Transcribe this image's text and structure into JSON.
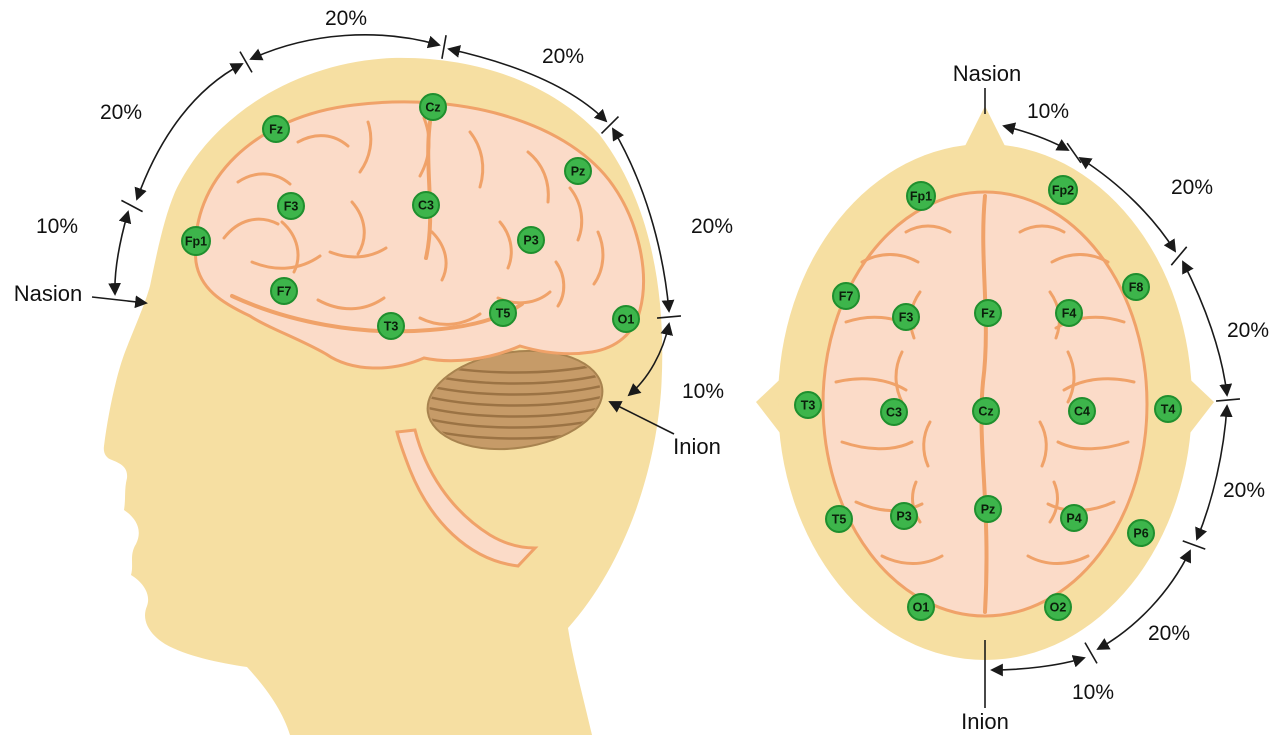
{
  "lateral_view": {
    "landmarks": {
      "nasion": "Nasion",
      "inion": "Inion"
    },
    "measurements": {
      "front_10": "10%",
      "front_upper_20": "20%",
      "top_front_20": "20%",
      "top_back_20": "20%",
      "back_20": "20%",
      "back_lower_10": "10%"
    },
    "electrodes": [
      {
        "label": "Fz"
      },
      {
        "label": "Cz"
      },
      {
        "label": "Pz"
      },
      {
        "label": "F3"
      },
      {
        "label": "C3"
      },
      {
        "label": "P3"
      },
      {
        "label": "Fp1"
      },
      {
        "label": "F7"
      },
      {
        "label": "T3"
      },
      {
        "label": "T5"
      },
      {
        "label": "O1"
      }
    ]
  },
  "top_view": {
    "landmarks": {
      "nasion": "Nasion",
      "inion": "Inion"
    },
    "measurements": {
      "front_right_10": "10%",
      "right_front_20": "20%",
      "right_mid_front_20": "20%",
      "right_mid_back_20": "20%",
      "right_back_20": "20%",
      "back_10": "10%"
    },
    "electrodes": [
      {
        "label": "Fp1"
      },
      {
        "label": "Fp2"
      },
      {
        "label": "F7"
      },
      {
        "label": "F3"
      },
      {
        "label": "Fz"
      },
      {
        "label": "F4"
      },
      {
        "label": "F8"
      },
      {
        "label": "T3"
      },
      {
        "label": "C3"
      },
      {
        "label": "Cz"
      },
      {
        "label": "C4"
      },
      {
        "label": "T4"
      },
      {
        "label": "T5"
      },
      {
        "label": "P3"
      },
      {
        "label": "Pz"
      },
      {
        "label": "P4"
      },
      {
        "label": "P6"
      },
      {
        "label": "O1"
      },
      {
        "label": "O2"
      }
    ]
  },
  "colors": {
    "skin": "#f6dfa2",
    "brain": "#fbdbc8",
    "brain_outline": "#f0a269",
    "cerebellum": "#c69b68",
    "electrode_green": "#3db54b",
    "electrode_ring": "#1f8f2e",
    "line": "#1a1a1a"
  }
}
